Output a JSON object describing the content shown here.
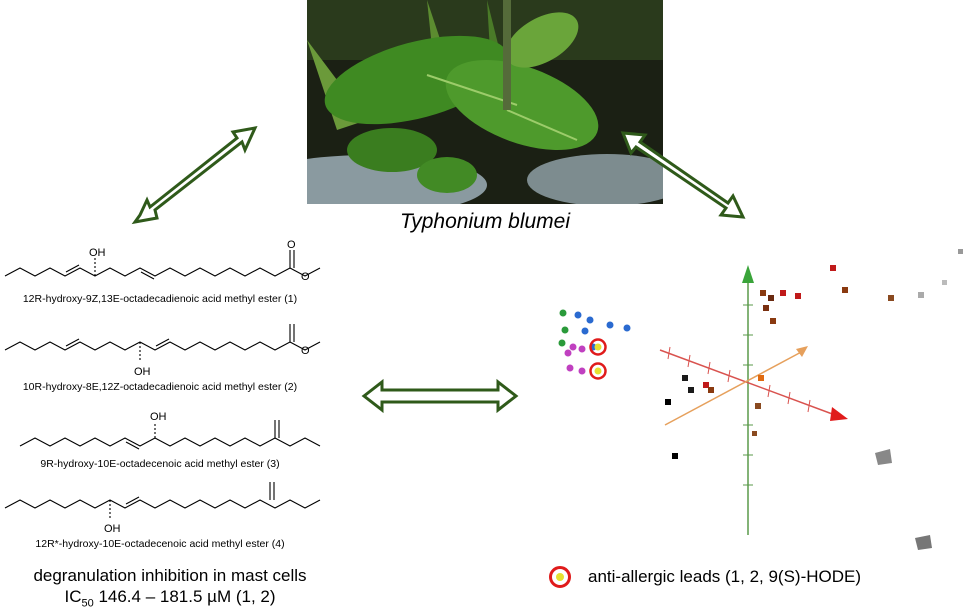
{
  "caption": "Typhonium blumei",
  "compounds": [
    {
      "label": "12R-hydroxy-9Z,13E-octadecadienoic acid methyl ester (1)",
      "oh": "OH"
    },
    {
      "label": "10R-hydroxy-8E,12Z-octadecadienoic acid methyl ester (2)",
      "oh": "OH"
    },
    {
      "label": "9R-hydroxy-10E-octadecenoic acid methyl ester (3)",
      "oh": "OH"
    },
    {
      "label": "12R*-hydroxy-10E-octadecenoic acid methyl ester (4)",
      "oh": "OH"
    }
  ],
  "activity": {
    "line1": "degranulation inhibition in mast cells",
    "line2_prefix": "IC",
    "line2_sub": "50",
    "line2_rest": " 146.4 – 181.5 µM (1, 2)"
  },
  "legend": {
    "text": "anti-allergic leads (1, 2, 9(S)-HODE)"
  },
  "colors": {
    "arrow": "#2f5a1a",
    "highlight": "#e01b1b",
    "axis_red": "#d9534f",
    "axis_orange": "#e6a05c",
    "axis_green": "#5a9a4a"
  }
}
